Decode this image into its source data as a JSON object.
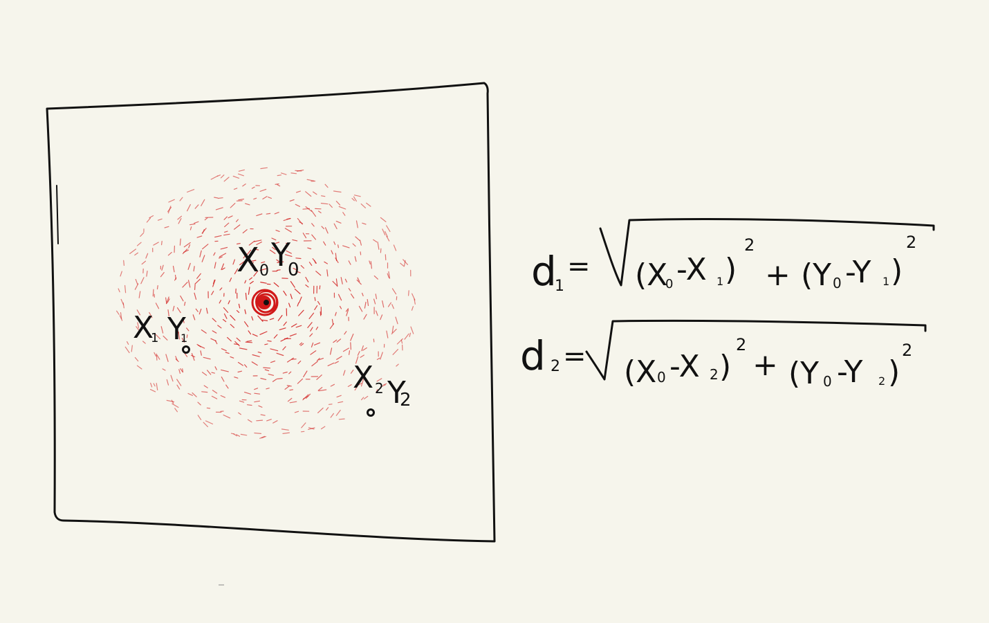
{
  "background_color": "#f6f5ec",
  "ink_color": "#111111",
  "field_color": "#d11a1a",
  "points": [
    {
      "id": "p0",
      "x_label": "X",
      "x_sub": "0",
      "y_label": "Y",
      "y_sub": "0"
    },
    {
      "id": "p1",
      "x_label": "X",
      "x_sub": "1",
      "y_label": "Y",
      "y_sub": "1"
    },
    {
      "id": "p2",
      "x_label": "X",
      "x_sub": "2",
      "y_label": "Y",
      "y_sub": "2"
    }
  ],
  "equations": [
    {
      "lhs": "d",
      "lhs_sub": "1",
      "equals": "=",
      "term1_open": "(X",
      "term1_sub_a": "0",
      "term1_minus": "-X",
      "term1_sub_b": "1",
      "term1_close": ")",
      "term1_exp": "2",
      "plus": "+",
      "term2_open": "(Y",
      "term2_sub_a": "0",
      "term2_minus": "-Y",
      "term2_sub_b": "1",
      "term2_close": ")",
      "term2_exp": "2"
    },
    {
      "lhs": "d",
      "lhs_sub": "2",
      "equals": "=",
      "term1_open": "(X",
      "term1_sub_a": "0",
      "term1_minus": "-X",
      "term1_sub_b": "2",
      "term1_close": ")",
      "term1_exp": "2",
      "plus": "+",
      "term2_open": "(Y",
      "term2_sub_a": "0",
      "term2_minus": "-Y",
      "term2_sub_b": "2",
      "term2_close": ")",
      "term2_exp": "2"
    }
  ]
}
